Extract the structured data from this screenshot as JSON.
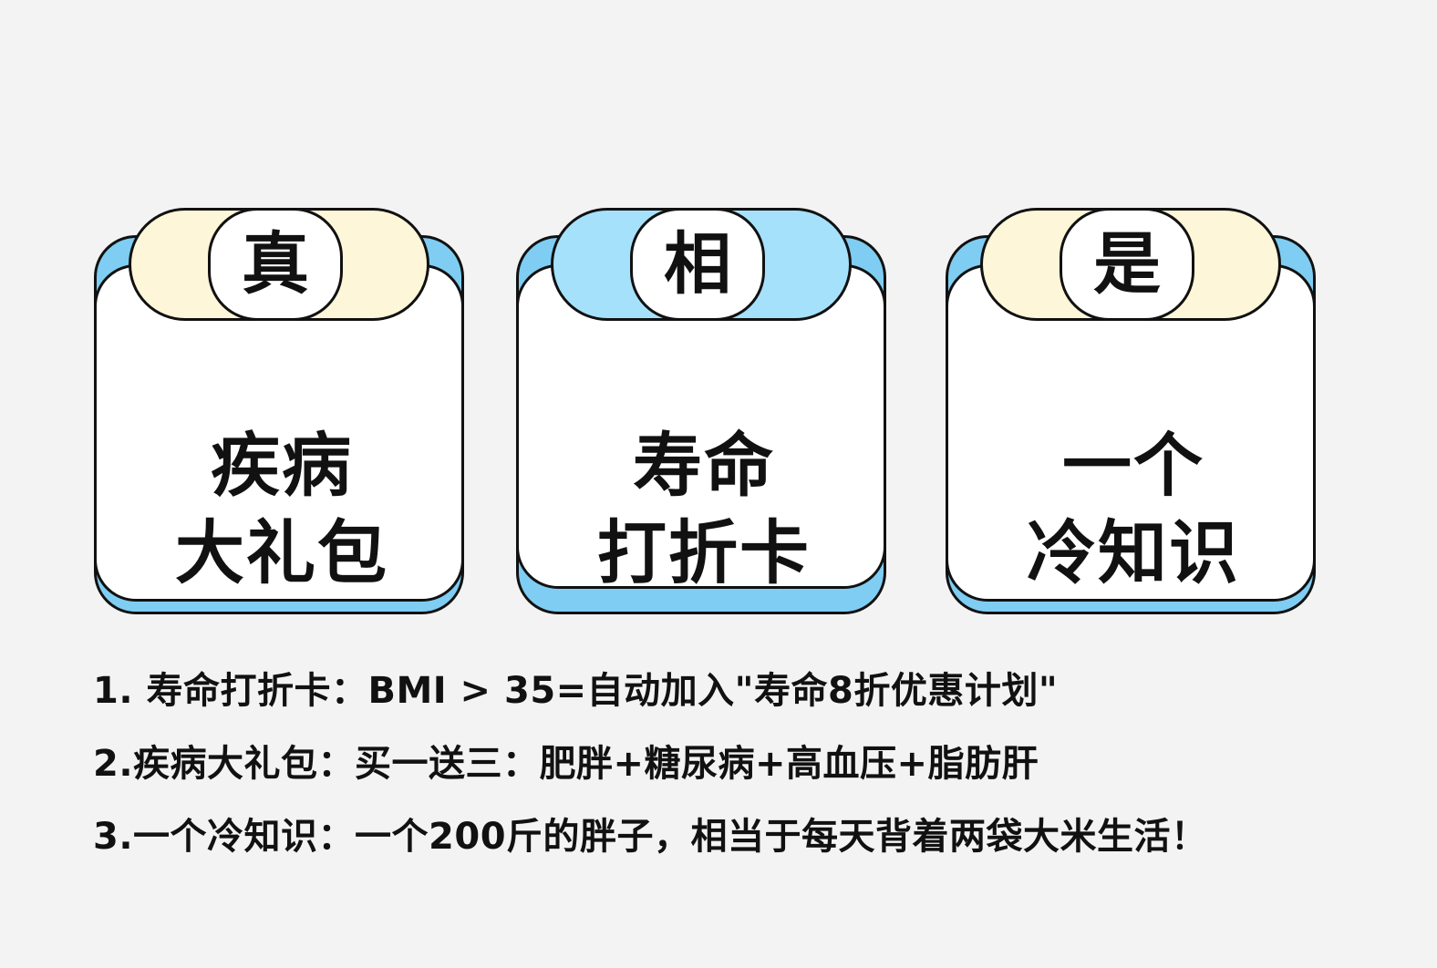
{
  "colors": {
    "yellow_pill": "#fdf6d8",
    "blue_pill": "#a6e1fb",
    "card_bottom": "#7fcdf2",
    "ink": "#111111",
    "background": "#f3f3f3"
  },
  "cards": [
    {
      "badge": "真",
      "title_line1": "疾病",
      "title_line2": "大礼包",
      "pill_color": "#fdf6d8"
    },
    {
      "badge": "相",
      "title_line1": "寿命",
      "title_line2": "打折卡",
      "pill_color": "#a6e1fb"
    },
    {
      "badge": "是",
      "title_line1": "一个",
      "title_line2": "冷知识",
      "pill_color": "#fdf6d8"
    }
  ],
  "notes": [
    "1. 寿命打折卡：BMI > 35=自动加入\"寿命8折优惠计划\"",
    "2.疾病大礼包：买一送三：肥胖+糖尿病+高血压+脂肪肝",
    "3.一个冷知识：一个200斤的胖子，相当于每天背着两袋大米生活！"
  ]
}
